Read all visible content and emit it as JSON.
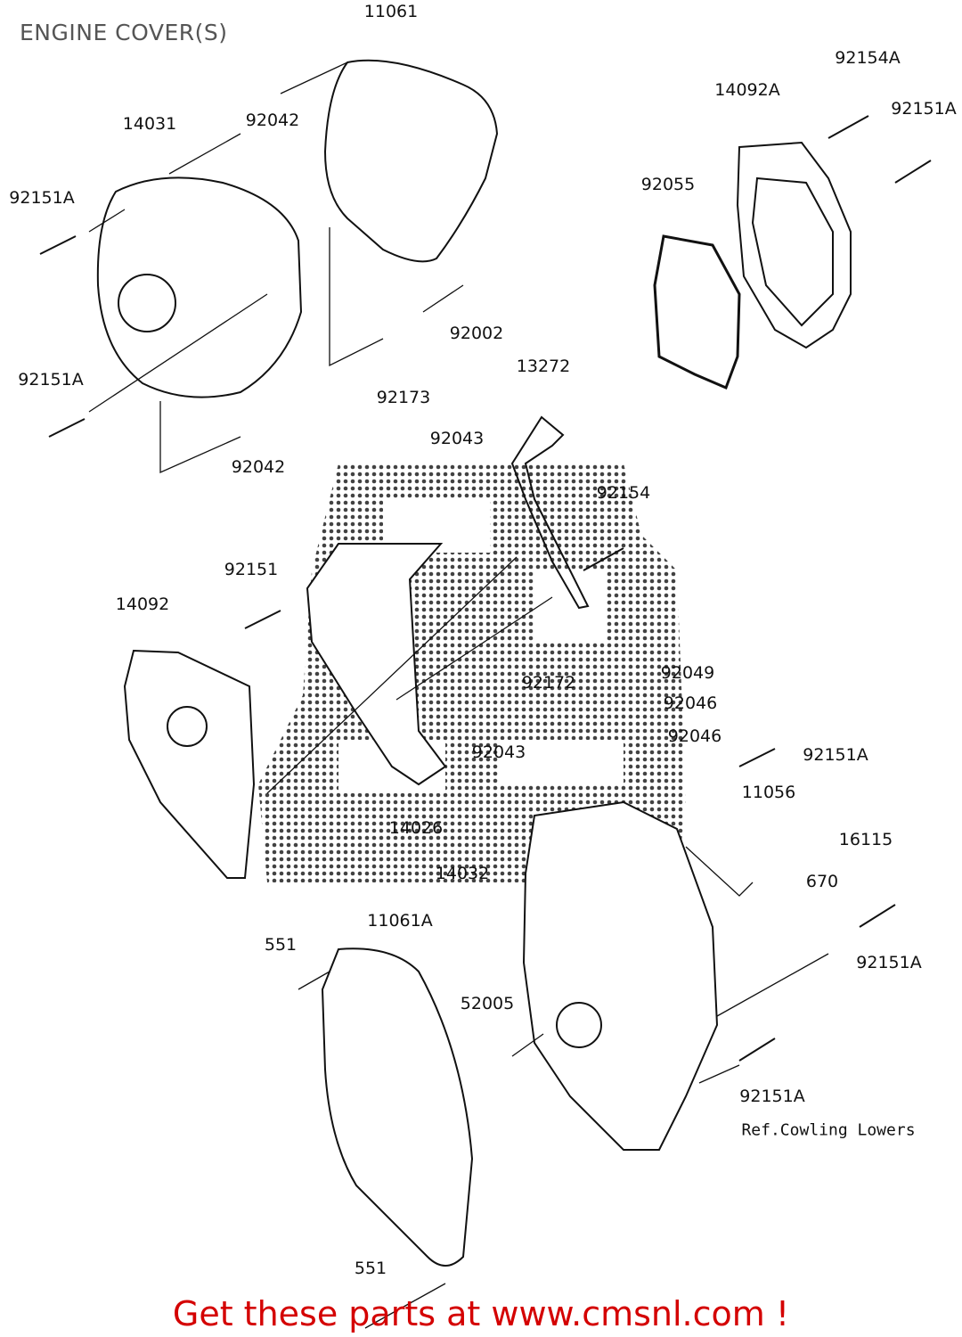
{
  "title": "ENGINE COVER(S)",
  "labels": [
    "11061",
    "14031",
    "92042",
    "92151A",
    "92151A",
    "92042",
    "92002",
    "92173",
    "92154A",
    "14092A",
    "92151A",
    "92055",
    "13272",
    "92043",
    "92154",
    "92151",
    "14092",
    "92172",
    "92049",
    "92046",
    "92046",
    "92043",
    "92151A",
    "11056",
    "14026",
    "16115",
    "14032",
    "670",
    "11061A",
    "551",
    "92151A",
    "52005",
    "92151A",
    "Ref.Cowling Lowers",
    "551"
  ],
  "watermark": "CMS",
  "footer": "Get these parts at www.cmsnl.com !",
  "colors": {
    "footer": "#d40000",
    "title": "#555555"
  }
}
